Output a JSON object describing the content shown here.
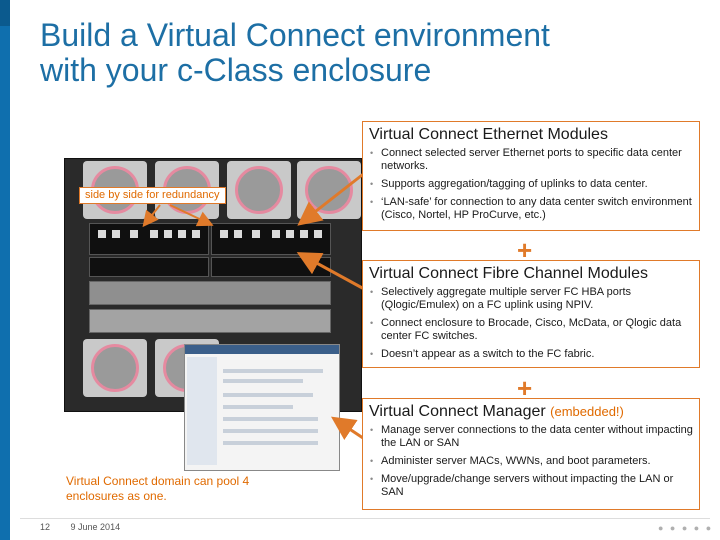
{
  "slide": {
    "title_line1": "Build a Virtual Connect environment",
    "title_line2": "with your c-Class enclosure",
    "page_number": "12",
    "date": "9 June 2014"
  },
  "callout": {
    "label": "side by side for redundancy"
  },
  "domain_note": "Virtual Connect domain can pool 4 enclosures as one.",
  "boxes": {
    "ethernet": {
      "heading": "Virtual Connect Ethernet Modules",
      "bullets": [
        "Connect selected server Ethernet ports to specific data center networks.",
        "Supports aggregation/tagging of uplinks to data center.",
        "‘LAN-safe’ for connection to any data center switch environment (Cisco, Nortel, HP ProCurve, etc.)"
      ]
    },
    "fibre": {
      "heading": "Virtual Connect Fibre Channel Modules",
      "bullets": [
        "Selectively aggregate multiple server FC HBA ports (Qlogic/Emulex) on a FC uplink using NPIV.",
        "Connect enclosure to Brocade, Cisco, McData, or Qlogic data center FC switches.",
        "Doesn’t appear as a switch to the FC fabric."
      ]
    },
    "manager": {
      "heading": "Virtual Connect Manager",
      "heading_suffix": "(embedded!)",
      "bullets": [
        "Manage server connections to the data center without impacting the LAN or SAN",
        "Administer server MACs, WWNs, and boot parameters.",
        "Move/upgrade/change servers without impacting the LAN or SAN"
      ]
    }
  },
  "separators": {
    "plus1": "+",
    "plus2": "+"
  },
  "colors": {
    "title": "#1d6fa5",
    "accent": "#e07a2a",
    "left_bar": "#0f6fae"
  }
}
